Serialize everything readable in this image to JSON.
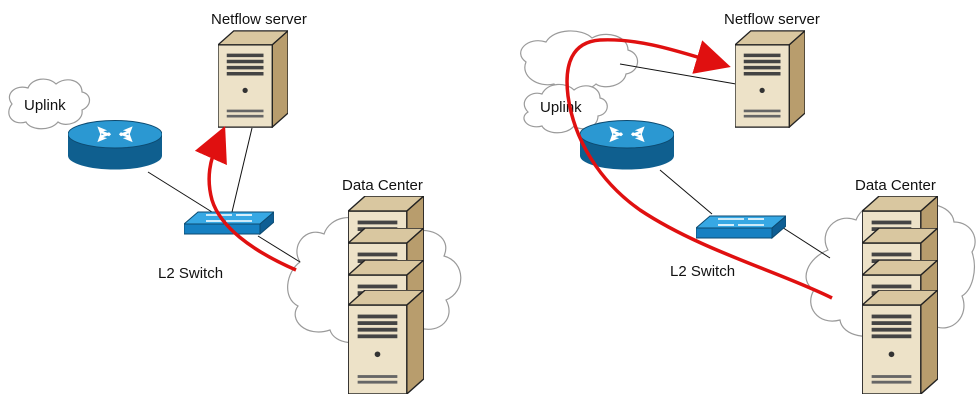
{
  "diagrams": [
    {
      "netflow_label": "Netflow server",
      "uplink_label": "Uplink",
      "switch_label": "L2 Switch",
      "datacenter_label": "Data Center"
    },
    {
      "netflow_label": "Netflow server",
      "uplink_label": "Uplink",
      "switch_label": "L2 Switch",
      "datacenter_label": "Data Center"
    }
  ],
  "colors": {
    "flow_arrow": "#e01010",
    "router": "#1a86c4",
    "switch": "#2a9ad8",
    "cloud_stroke": "#9a9a9a",
    "server_body": "#e9dcc0"
  }
}
